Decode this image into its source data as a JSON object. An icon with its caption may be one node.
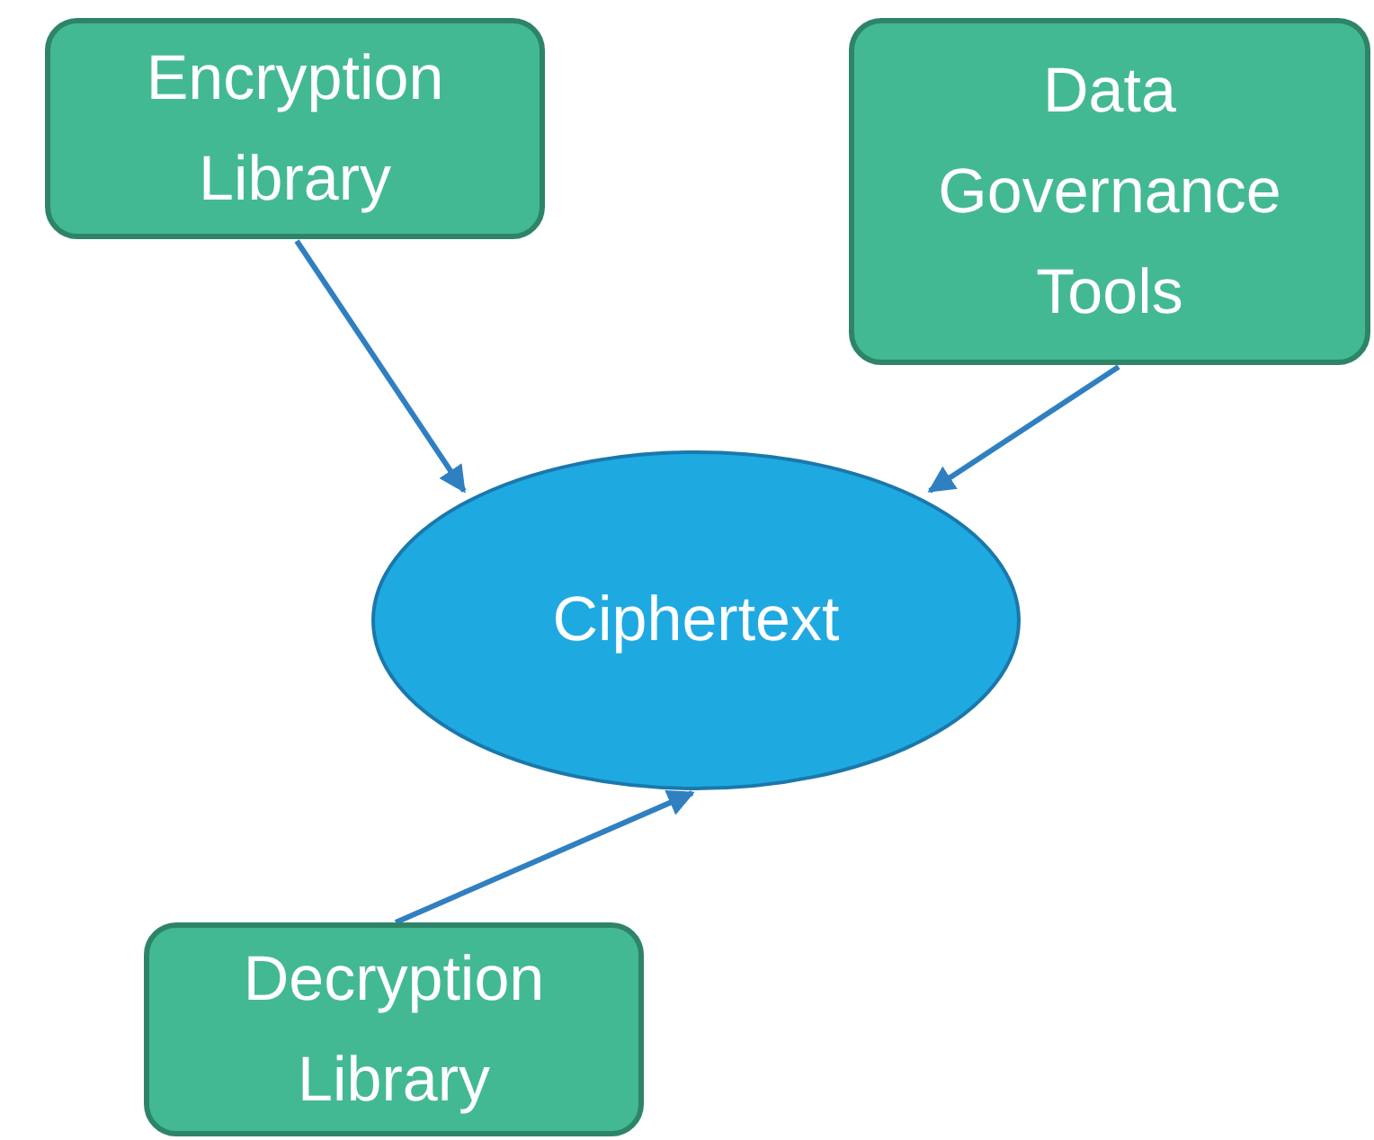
{
  "diagram": {
    "nodes": [
      {
        "text": [
          "Encryption Library"
        ]
      },
      {
        "text": [
          "Data Governance Tools"
        ]
      },
      {
        "text": [
          "Ciphertext"
        ]
      },
      {
        "text": [
          "Decryption Library"
        ]
      }
    ],
    "edges": [
      {
        "from": 0,
        "to": 2,
        "arrow": "to"
      },
      {
        "from": 1,
        "to": 2,
        "arrow": "to"
      },
      {
        "from": 3,
        "to": 2,
        "arrow": "to"
      }
    ]
  }
}
